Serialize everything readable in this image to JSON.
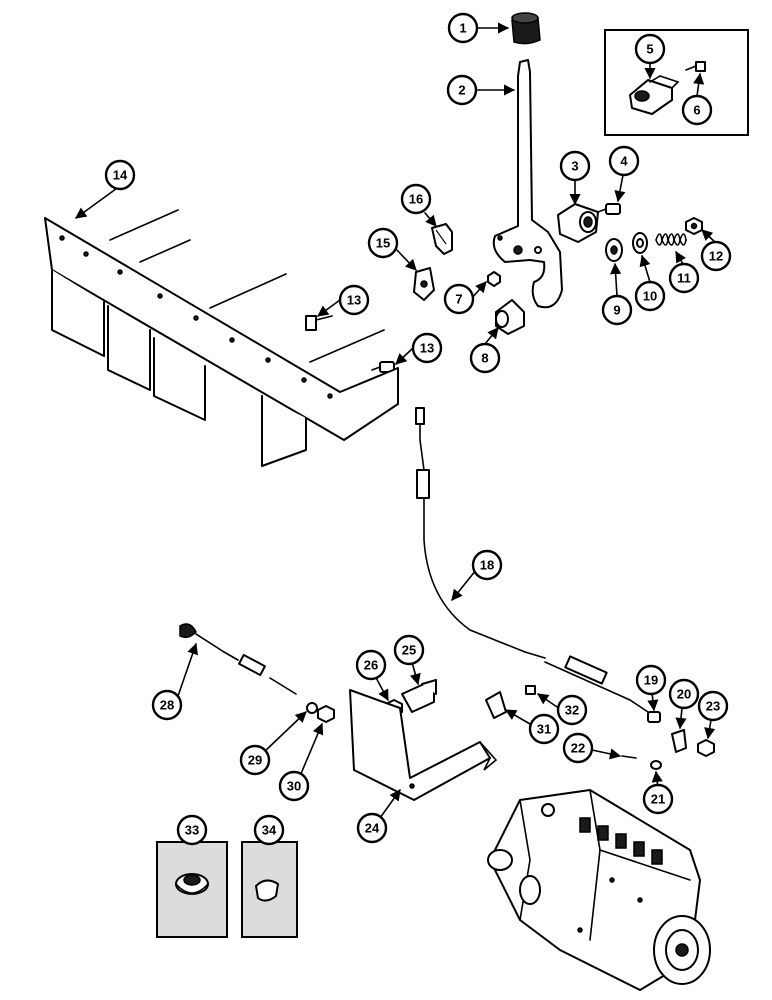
{
  "callouts": [
    "1",
    "2",
    "3",
    "4",
    "5",
    "6",
    "7",
    "8",
    "9",
    "10",
    "11",
    "12",
    "13",
    "13",
    "14",
    "15",
    "16",
    "18",
    "19",
    "20",
    "21",
    "22",
    "23",
    "24",
    "25",
    "26",
    "28",
    "29",
    "30",
    "31",
    "32",
    "33",
    "34"
  ],
  "colors": {
    "ink": "#000000",
    "paper": "#ffffff",
    "inset_fill": "#dcdcdc"
  }
}
